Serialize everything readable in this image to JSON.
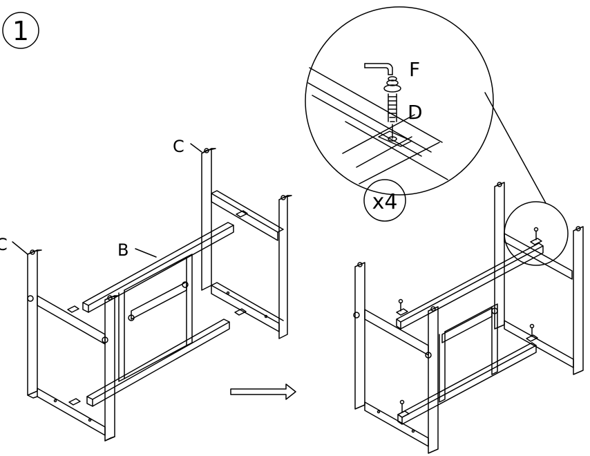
{
  "step": {
    "number": "1"
  },
  "labels": {
    "c_left": "C",
    "c_top": "C",
    "b": "B",
    "f": "F",
    "d": "D"
  },
  "quantity": "x4",
  "arrow": {
    "direction": "right"
  },
  "colors": {
    "line": "#000000",
    "fill": "#ffffff"
  }
}
